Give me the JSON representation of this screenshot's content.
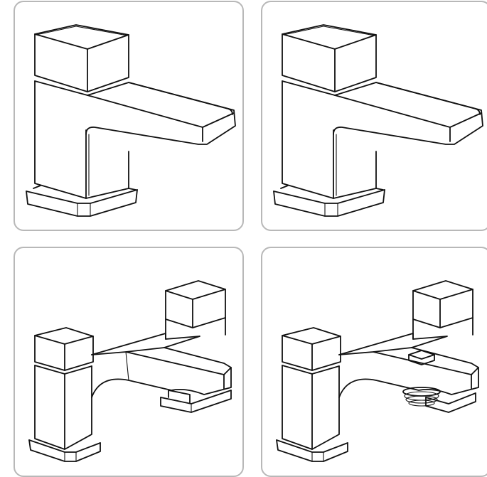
{
  "gallery": {
    "items": [
      {
        "icon": "basin-tap-icon",
        "variant": "single-basin-tap"
      },
      {
        "icon": "basin-tap-icon",
        "variant": "single-basin-tap"
      },
      {
        "icon": "bath-filler-icon",
        "variant": "two-handle-bath-filler"
      },
      {
        "icon": "bath-filler-pop-up-waste-icon",
        "variant": "two-handle-basin-mixer-with-pop-up-waste"
      }
    ],
    "colors": {
      "border": "#b8b8b8",
      "line": "#111111",
      "background": "#ffffff"
    }
  }
}
